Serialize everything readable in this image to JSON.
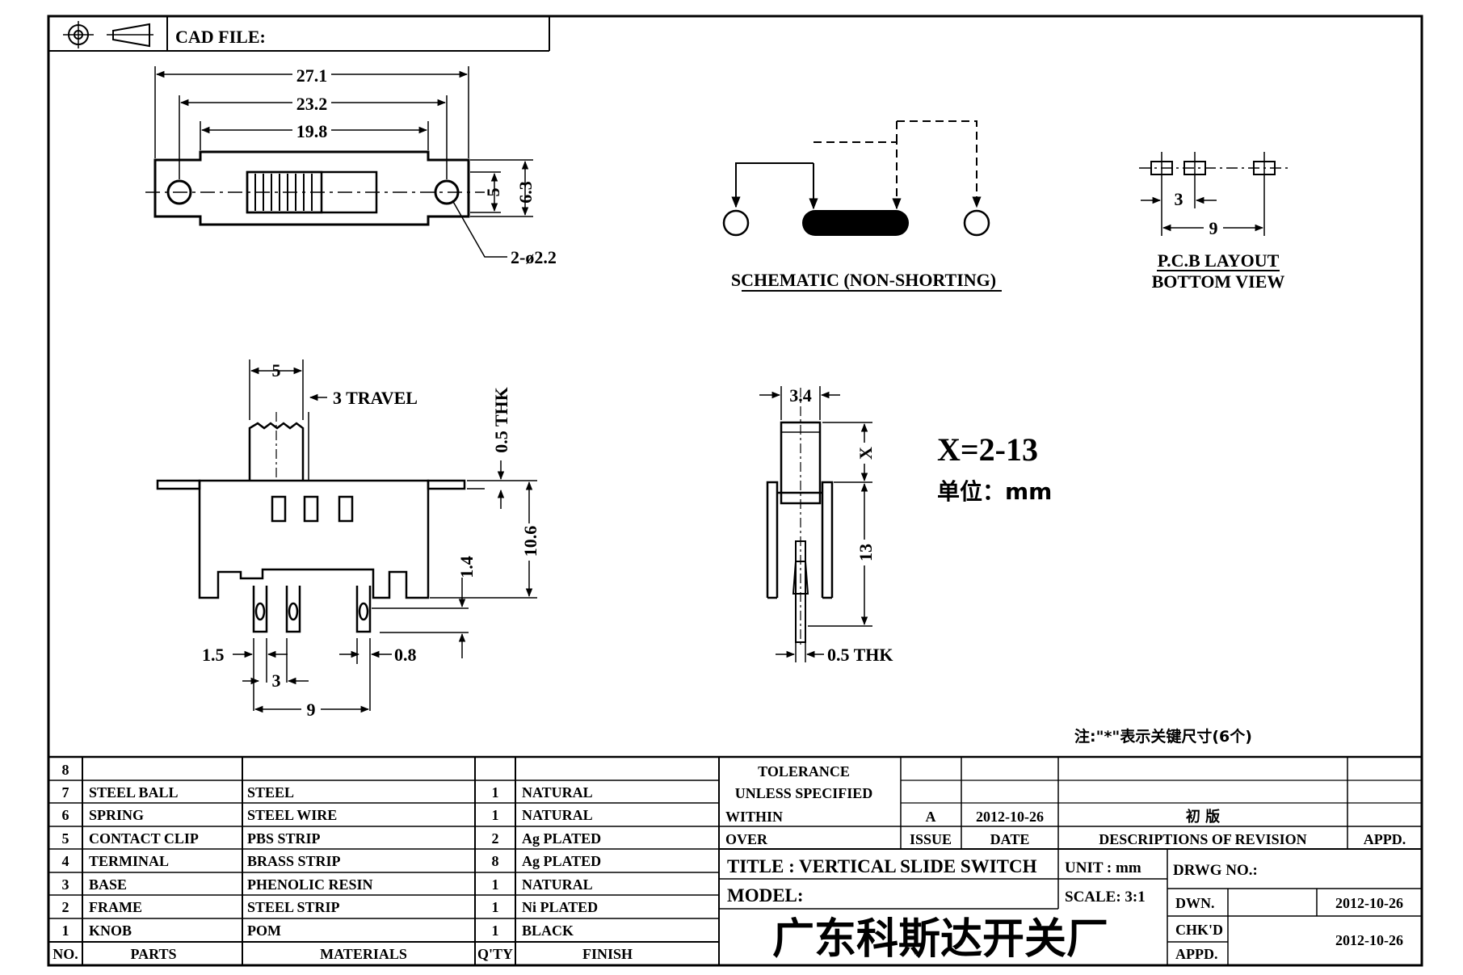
{
  "header": {
    "cad_file_label": "CAD FILE:"
  },
  "top_view": {
    "dim_overall": "27.1",
    "dim_holes": "23.2",
    "dim_slot": "19.8",
    "dim_height_inner": "5",
    "dim_height_outer": "6.3",
    "hole_callout": "2-ø2.2"
  },
  "schematic": {
    "title": "SCHEMATIC (NON-SHORTING)"
  },
  "pcb": {
    "title": "P.C.B LAYOUT",
    "subtitle": "BOTTOM VIEW",
    "dim_pitch": "3",
    "dim_span": "9"
  },
  "front_view": {
    "dim_knob": "5",
    "travel": "3 TRAVEL",
    "thk": "0.5 THK",
    "dim_body": "10.6",
    "dim_standoff": "1.4",
    "dim_pin_left": "1.5",
    "dim_pin_right": "0.8",
    "dim_pitch": "3",
    "dim_span": "9"
  },
  "side_view": {
    "dim_width": "3.4",
    "dim_x": "X",
    "dim_body": "13",
    "thk": "0.5 THK"
  },
  "notes": {
    "x_range": "X=2-13",
    "unit_note": "单位：mm",
    "key_note": "注:\"*\"表示关键尺寸(6个)"
  },
  "bom": {
    "headers": {
      "no": "NO.",
      "parts": "PARTS",
      "materials": "MATERIALS",
      "qty": "Q'TY",
      "finish": "FINISH"
    },
    "rows": [
      {
        "no": "8",
        "part": "",
        "material": "",
        "qty": "",
        "finish": ""
      },
      {
        "no": "7",
        "part": "STEEL BALL",
        "material": "STEEL",
        "qty": "1",
        "finish": "NATURAL"
      },
      {
        "no": "6",
        "part": "SPRING",
        "material": "STEEL WIRE",
        "qty": "1",
        "finish": "NATURAL"
      },
      {
        "no": "5",
        "part": "CONTACT CLIP",
        "material": "PBS STRIP",
        "qty": "2",
        "finish": "Ag PLATED"
      },
      {
        "no": "4",
        "part": "TERMINAL",
        "material": "BRASS STRIP",
        "qty": "8",
        "finish": "Ag PLATED"
      },
      {
        "no": "3",
        "part": "BASE",
        "material": "PHENOLIC RESIN",
        "qty": "1",
        "finish": "NATURAL"
      },
      {
        "no": "2",
        "part": "FRAME",
        "material": "STEEL STRIP",
        "qty": "1",
        "finish": "Ni PLATED"
      },
      {
        "no": "1",
        "part": "KNOB",
        "material": "POM",
        "qty": "1",
        "finish": "BLACK"
      }
    ]
  },
  "tolerance": {
    "line1": "TOLERANCE",
    "line2": "UNLESS  SPECIFIED",
    "within": "WITHIN",
    "over": "OVER"
  },
  "revision": {
    "issue": "A",
    "date": "2012-10-26",
    "description": "初 版",
    "issue_label": "ISSUE",
    "date_label": "DATE",
    "desc_label": "DESCRIPTIONS OF REVISION",
    "appd_label": "APPD."
  },
  "title_block": {
    "title": "TITLE :  VERTICAL SLIDE SWITCH",
    "model": "MODEL:",
    "unit": "UNIT :  mm",
    "scale": "SCALE:  3:1",
    "drwg_no": "DRWG NO.:",
    "dwn_label": "DWN.",
    "dwn_date": "2012-10-26",
    "chkd_label": "CHK'D",
    "chkd_date": "2012-10-26",
    "appd_label": "APPD.",
    "company": "广东科斯达开关厂"
  }
}
